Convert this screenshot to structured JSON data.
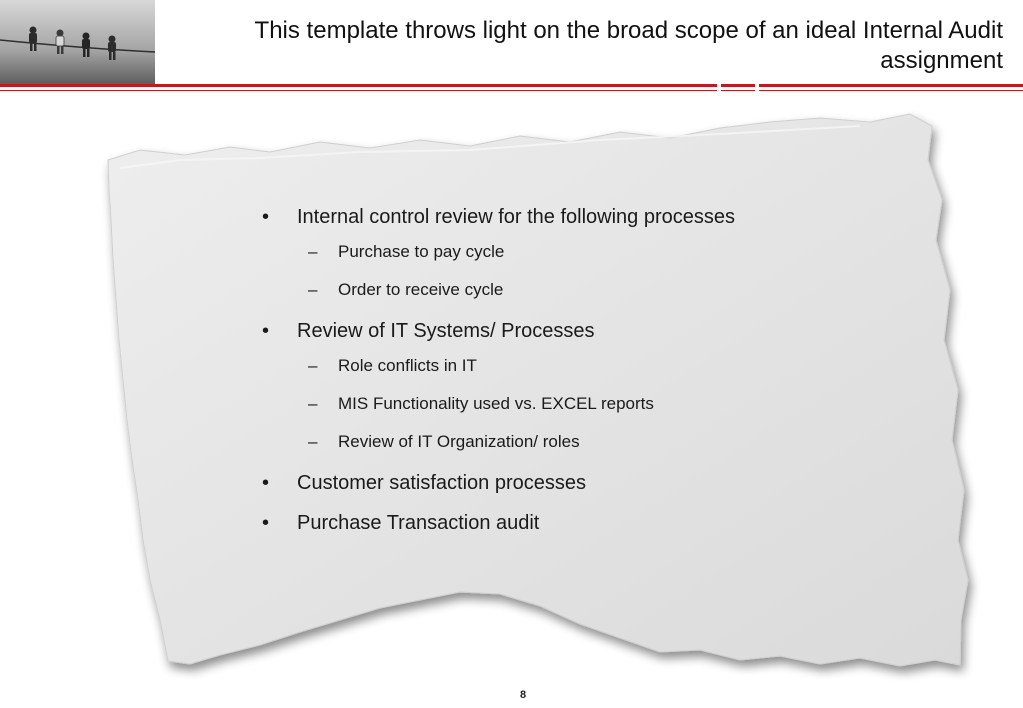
{
  "slide": {
    "title": "This template throws light on the broad scope of an ideal Internal Audit assignment",
    "page_number": "8"
  },
  "bullets": [
    {
      "text": "Internal control review for the following processes",
      "sub": [
        "Purchase to pay cycle",
        "Order to receive cycle"
      ]
    },
    {
      "text": "Review of IT Systems/ Processes",
      "sub": [
        "Role conflicts in IT",
        "MIS Functionality used vs. EXCEL reports",
        "Review of IT Organization/ roles"
      ]
    },
    {
      "text": "Customer satisfaction processes",
      "sub": []
    },
    {
      "text": "Purchase Transaction audit",
      "sub": []
    }
  ],
  "markers": {
    "bullet": "•",
    "dash": "–"
  },
  "colors": {
    "accent_rule": "#c0191f",
    "paper": "#e4e4e4",
    "text": "#1a1a1a"
  },
  "icons": {
    "header_image": "people-sitting-on-wire-photo",
    "background": "torn-paper-shape"
  }
}
